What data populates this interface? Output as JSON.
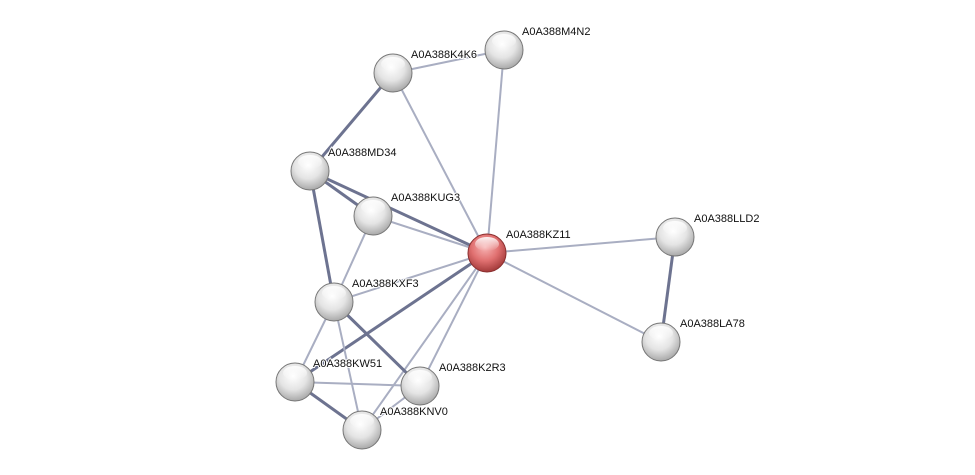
{
  "network": {
    "query_color": "#e06666",
    "node_color": "#e6e6e6",
    "edge_color": "#8890a8",
    "nodes": [
      {
        "id": "A0A388KZ11",
        "query": true
      },
      {
        "id": "A0A388M4N2"
      },
      {
        "id": "A0A388K4K6"
      },
      {
        "id": "A0A388MD34"
      },
      {
        "id": "A0A388KUG3"
      },
      {
        "id": "A0A388LLD2"
      },
      {
        "id": "A0A388LA78"
      },
      {
        "id": "A0A388KXF3"
      },
      {
        "id": "A0A388KW51"
      },
      {
        "id": "A0A388K2R3"
      },
      {
        "id": "A0A388KNV0"
      }
    ],
    "edges": [
      [
        "A0A388K4K6",
        "A0A388M4N2"
      ],
      [
        "A0A388K4K6",
        "A0A388MD34"
      ],
      [
        "A0A388K4K6",
        "A0A388KZ11"
      ],
      [
        "A0A388M4N2",
        "A0A388KZ11"
      ],
      [
        "A0A388MD34",
        "A0A388KUG3"
      ],
      [
        "A0A388MD34",
        "A0A388KZ11"
      ],
      [
        "A0A388MD34",
        "A0A388KXF3"
      ],
      [
        "A0A388KUG3",
        "A0A388KZ11"
      ],
      [
        "A0A388KUG3",
        "A0A388KXF3"
      ],
      [
        "A0A388KZ11",
        "A0A388LLD2"
      ],
      [
        "A0A388KZ11",
        "A0A388LA78"
      ],
      [
        "A0A388LLD2",
        "A0A388LA78"
      ],
      [
        "A0A388KZ11",
        "A0A388KXF3"
      ],
      [
        "A0A388KZ11",
        "A0A388KW51"
      ],
      [
        "A0A388KZ11",
        "A0A388K2R3"
      ],
      [
        "A0A388KZ11",
        "A0A388KNV0"
      ],
      [
        "A0A388KXF3",
        "A0A388KW51"
      ],
      [
        "A0A388KXF3",
        "A0A388K2R3"
      ],
      [
        "A0A388KXF3",
        "A0A388KNV0"
      ],
      [
        "A0A388KW51",
        "A0A388K2R3"
      ],
      [
        "A0A388KW51",
        "A0A388KNV0"
      ],
      [
        "A0A388K2R3",
        "A0A388KNV0"
      ]
    ]
  }
}
